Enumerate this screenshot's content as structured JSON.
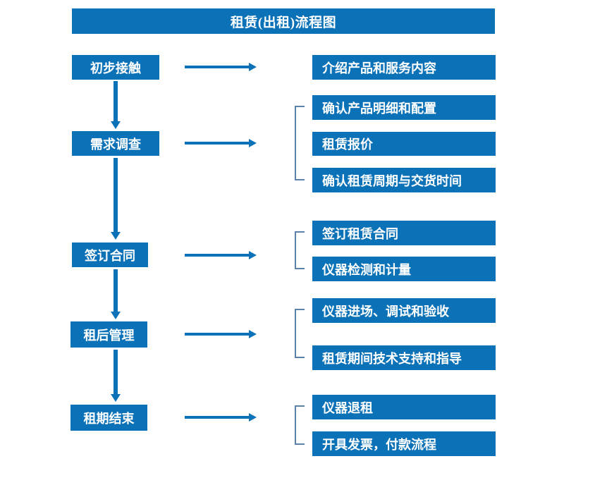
{
  "diagram": {
    "title": "租赁(出租)流程图",
    "accent_color": "#0C72B8",
    "bracket_color": "#5B82A8",
    "background_color": "#FFFFFF",
    "text_color": "#FFFFFF"
  },
  "stages": [
    {
      "label": "初步接触"
    },
    {
      "label": "需求调查"
    },
    {
      "label": "签订合同"
    },
    {
      "label": "租后管理"
    },
    {
      "label": "租期结束"
    }
  ],
  "details": [
    {
      "label": "介绍产品和服务内容"
    },
    {
      "label": "确认产品明细和配置"
    },
    {
      "label": "租赁报价"
    },
    {
      "label": "确认租赁周期与交货时间"
    },
    {
      "label": "签订租赁合同"
    },
    {
      "label": "仪器检测和计量"
    },
    {
      "label": "仪器进场、调试和验收"
    },
    {
      "label": "租赁期间技术支持和指导"
    },
    {
      "label": "仪器退租"
    },
    {
      "label": "开具发票，付款流程"
    }
  ],
  "connectors": {
    "horizontal_arrow_count": 5,
    "vertical_arrow_count": 4,
    "bracket_count": 4
  }
}
